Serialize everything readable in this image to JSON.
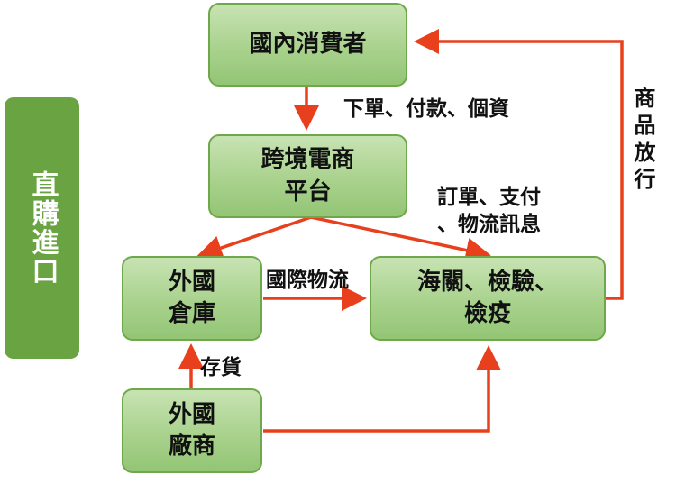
{
  "side_label": "直購進口",
  "nodes": {
    "consumer": "國內消費者",
    "platform": "跨境電商\n平台",
    "warehouse": "外國\n倉庫",
    "customs": "海關、檢驗、\n檢疫",
    "manufacturer": "外國\n廠商"
  },
  "edges": {
    "order_payment": "下單、付款、個資",
    "order_info": "訂單、支付\n、物流訊息",
    "intl_logistics": "國際物流",
    "stock": "存貨",
    "release": "商品放行"
  },
  "colors": {
    "arrow": "#e8401c",
    "node_fill": "#a9d28d",
    "node_border": "#6fa84a",
    "side_fill": "#6aa442"
  }
}
